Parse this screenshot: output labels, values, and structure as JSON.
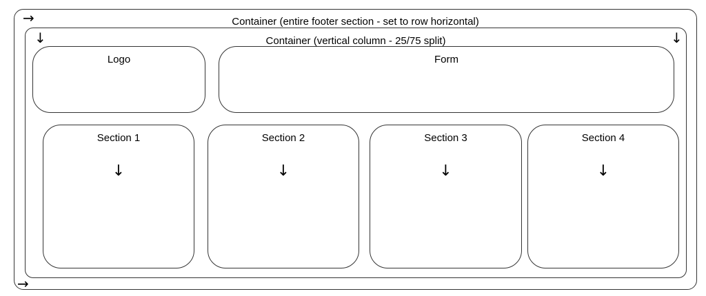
{
  "outer_container": {
    "label": "Container (entire footer section - set to row horizontal)",
    "arrow_top": "→",
    "arrow_bottom": "→"
  },
  "inner_container": {
    "label": "Container (vertical column - 25/75 split)",
    "arrow_left": "↓",
    "arrow_right": "↓"
  },
  "top_row": {
    "logo": "Logo",
    "form": "Form"
  },
  "sections": [
    {
      "label": "Section 1",
      "arrow": "↓"
    },
    {
      "label": "Section 2",
      "arrow": "↓"
    },
    {
      "label": "Section 3",
      "arrow": "↓"
    },
    {
      "label": "Section 4",
      "arrow": "↓"
    }
  ]
}
